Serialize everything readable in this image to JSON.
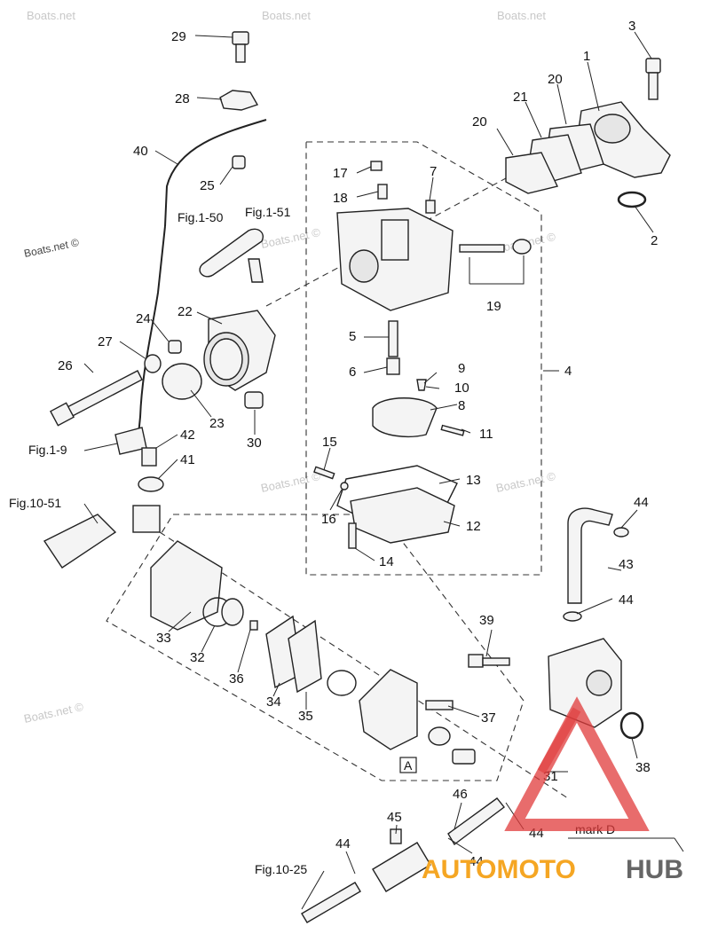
{
  "watermarks": [
    "Boats.net",
    "Boats.net",
    "Boats.net",
    "Boats.net ©",
    "Boats.net ©",
    "Boats.net ©",
    "Boats.net ©",
    "Boats.net ©",
    "Boats.net ©"
  ],
  "callouts": {
    "n1": "1",
    "n2": "2",
    "n3": "3",
    "n4": "4",
    "n5": "5",
    "n6": "6",
    "n7": "7",
    "n8": "8",
    "n9": "9",
    "n10": "10",
    "n11": "11",
    "n12": "12",
    "n13": "13",
    "n14": "14",
    "n15": "15",
    "n16": "16",
    "n17": "17",
    "n18": "18",
    "n19": "19",
    "n20a": "20",
    "n20b": "20",
    "n21": "21",
    "n22": "22",
    "n23": "23",
    "n24": "24",
    "n25": "25",
    "n26": "26",
    "n27": "27",
    "n28": "28",
    "n29": "29",
    "n30": "30",
    "n31": "31",
    "n32": "32",
    "n33": "33",
    "n34": "34",
    "n35": "35",
    "n36": "36",
    "n37": "37",
    "n38": "38",
    "n39": "39",
    "n40": "40",
    "n41": "41",
    "n42": "42",
    "n43": "43",
    "n44a": "44",
    "n44b": "44",
    "n44c": "44",
    "n44d": "44",
    "n44e": "44",
    "n45": "45",
    "n46": "46"
  },
  "references": {
    "fig1_50": "Fig.1-50",
    "fig1_51": "Fig.1-51",
    "fig1_9": "Fig.1-9",
    "fig10_51": "Fig.10-51",
    "fig10_25": "Fig.10-25",
    "box_a": "A",
    "mark_d": "mark D"
  },
  "brand": {
    "part1": "AUTOMOTO",
    "part2": "HUB"
  },
  "colors": {
    "brand_orange": "#f5a623",
    "brand_red": "#e03b3b",
    "line": "#222222"
  }
}
